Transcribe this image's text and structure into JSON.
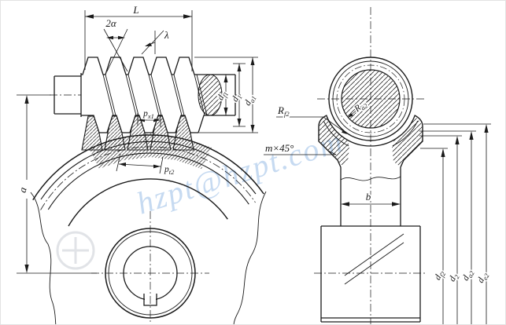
{
  "figure": {
    "kind": "engineering-drawing",
    "subject": "worm and worm wheel meshing — geometry dimension figure",
    "views": {
      "front": "worm meshing with worm wheel",
      "side": "worm wheel cross-section with worm circle"
    },
    "colors": {
      "line": "#1a1a1a",
      "watermark": "#b9d2ee",
      "faint_mark": "#d9dde1",
      "background": "#ffffff"
    },
    "watermark": {
      "text": "hzpt@hzpt.com"
    },
    "labels": {
      "L": "L",
      "two_alpha": "2α",
      "lambda": "λ",
      "d_f1": {
        "base": "d",
        "sub": "f1"
      },
      "d_1": {
        "base": "d",
        "sub": "1"
      },
      "d_a1": {
        "base": "d",
        "sub": "a1"
      },
      "p_x1": {
        "base": "p",
        "sub": "x1"
      },
      "p_t2": {
        "base": "p",
        "sub": "t2"
      },
      "a": "a",
      "R_f2": {
        "base": "R",
        "sub": "f2"
      },
      "R_a2": {
        "base": "R",
        "sub": "a2"
      },
      "m_chamfer": "m×45°",
      "b": "b",
      "d_f2": {
        "base": "d",
        "sub": "f2"
      },
      "d_2": {
        "base": "d",
        "sub": "2"
      },
      "d_a2": {
        "base": "d",
        "sub": "a2"
      },
      "d_e2": {
        "base": "d",
        "sub": "e2"
      }
    }
  }
}
